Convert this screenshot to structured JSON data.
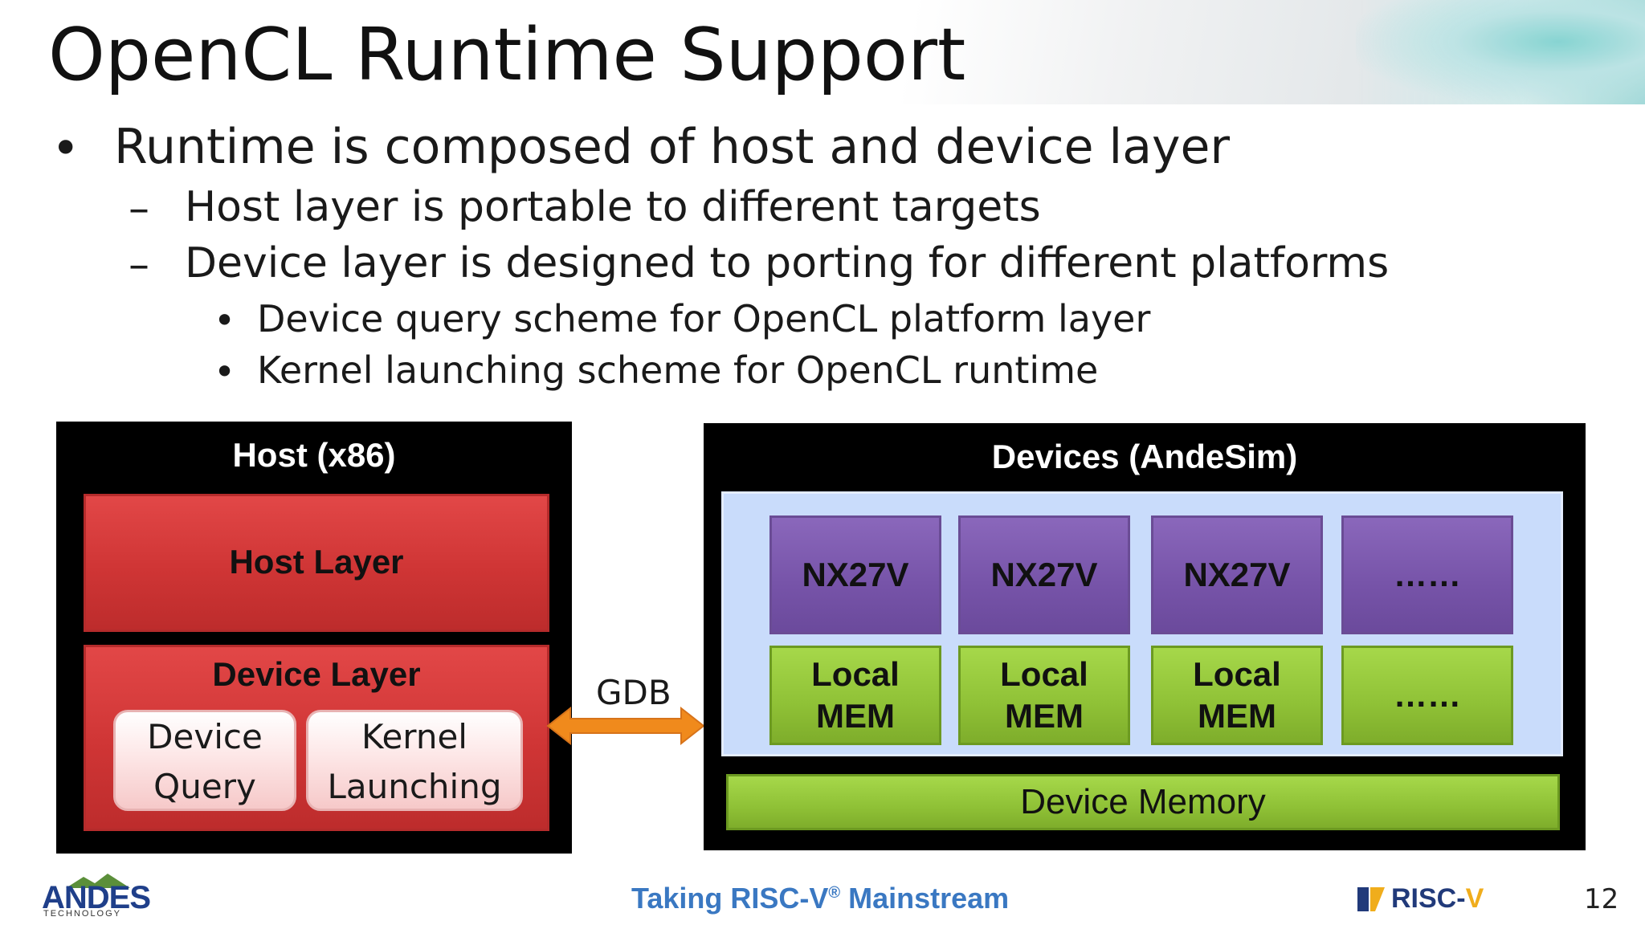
{
  "slide": {
    "title": "OpenCL Runtime Support",
    "bullets": {
      "b1": "Runtime is composed of host and device layer",
      "b1a": "Host layer is portable to different targets",
      "b1b": "Device layer is designed to porting for different platforms",
      "b1b1": "Device query scheme for OpenCL platform layer",
      "b1b2": "Kernel launching scheme for OpenCL runtime"
    },
    "markers": {
      "bullet": "•",
      "dash": "–"
    }
  },
  "diagram": {
    "host": {
      "title": "Host (x86)",
      "host_layer": "Host Layer",
      "device_layer": "Device Layer",
      "device_query": [
        "Device",
        "Query"
      ],
      "kernel_launching": [
        "Kernel",
        "Launching"
      ]
    },
    "connector": {
      "label": "GDB"
    },
    "devices": {
      "title": "Devices (AndeSim)",
      "cores": [
        "NX27V",
        "NX27V",
        "NX27V",
        "……"
      ],
      "local_mem": [
        [
          "Local",
          "MEM"
        ],
        [
          "Local",
          "MEM"
        ],
        [
          "Local",
          "MEM"
        ],
        [
          "……",
          ""
        ]
      ],
      "device_memory": "Device Memory"
    }
  },
  "footer": {
    "logo_left": "ANDES",
    "logo_left_sub": "TECHNOLOGY",
    "tagline_prefix": "Taking RISC-V",
    "tagline_reg": "®",
    "tagline_suffix": " Mainstream",
    "logo_right_prefix": "RISC-",
    "logo_right_v": "V",
    "page_number": "12"
  },
  "colors": {
    "host_red": "#cf3535",
    "core_purple": "#7653a8",
    "mem_green": "#8fc136",
    "panel_blue": "#c9dcfb",
    "arrow_orange": "#f08a1c",
    "tagline_blue": "#3a78c2"
  }
}
